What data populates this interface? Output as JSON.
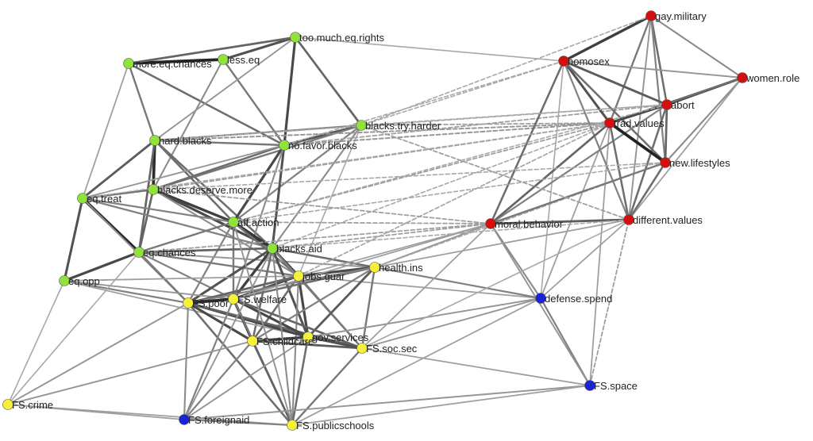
{
  "colors": {
    "green": "#8fe33a",
    "red": "#d40f0f",
    "yellow": "#f5f03a",
    "blue": "#1a23d6"
  },
  "nodes": [
    {
      "id": "more.eq.chances",
      "label": "more.eq.chances",
      "group": "green"
    },
    {
      "id": "less.eq",
      "label": "less.eq",
      "group": "green"
    },
    {
      "id": "too.much.eq.rights",
      "label": "too.much.eq.rights",
      "group": "green"
    },
    {
      "id": "blacks.try.harder",
      "label": "blacks.try.harder",
      "group": "green"
    },
    {
      "id": "hard.blacks",
      "label": "hard.blacks",
      "group": "green"
    },
    {
      "id": "no.favor.blacks",
      "label": "no.favor.blacks",
      "group": "green"
    },
    {
      "id": "blacks.deserve.more",
      "label": "blacks.deserve.more",
      "group": "green"
    },
    {
      "id": "eq.treat",
      "label": "eq.treat",
      "group": "green"
    },
    {
      "id": "aff.action",
      "label": "aff.action",
      "group": "green"
    },
    {
      "id": "eq.chances",
      "label": "eq.chances",
      "group": "green"
    },
    {
      "id": "blacks.aid",
      "label": "blacks.aid",
      "group": "green"
    },
    {
      "id": "eq.opp",
      "label": "eq.opp",
      "group": "green"
    },
    {
      "id": "gay.military",
      "label": "gay.military",
      "group": "red"
    },
    {
      "id": "homosex",
      "label": "homosex",
      "group": "red"
    },
    {
      "id": "women.role",
      "label": "women.role",
      "group": "red"
    },
    {
      "id": "abort",
      "label": "abort",
      "group": "red"
    },
    {
      "id": "trad.values",
      "label": "trad.values",
      "group": "red"
    },
    {
      "id": "new.lifestyles",
      "label": "new.lifestyles",
      "group": "red"
    },
    {
      "id": "moral.behavior",
      "label": "moral.behavior",
      "group": "red"
    },
    {
      "id": "different.values",
      "label": "different.values",
      "group": "red"
    },
    {
      "id": "health.ins",
      "label": "health.ins",
      "group": "yellow"
    },
    {
      "id": "jobs.guar",
      "label": "jobs.guar",
      "group": "yellow"
    },
    {
      "id": "FS.poor",
      "label": "FS.poor",
      "group": "yellow"
    },
    {
      "id": "FS.welfare",
      "label": "FS.welfare",
      "group": "yellow"
    },
    {
      "id": "FS.childcare",
      "label": "FS.childcare",
      "group": "yellow"
    },
    {
      "id": "gov.services",
      "label": "gov.services",
      "group": "yellow"
    },
    {
      "id": "FS.soc.sec",
      "label": "FS.soc.sec",
      "group": "yellow"
    },
    {
      "id": "FS.crime",
      "label": "FS.crime",
      "group": "yellow"
    },
    {
      "id": "FS.publicschools",
      "label": "FS.publicschools",
      "group": "yellow"
    },
    {
      "id": "defense.spend",
      "label": "defense.spend",
      "group": "blue"
    },
    {
      "id": "FS.space",
      "label": "FS.space",
      "group": "blue"
    },
    {
      "id": "FS.foreignaid",
      "label": "FS.foreignaid",
      "group": "blue"
    }
  ],
  "edges": [
    [
      "more.eq.chances",
      "less.eq",
      0.95,
      "solid"
    ],
    [
      "less.eq",
      "too.much.eq.rights",
      0.7,
      "solid"
    ],
    [
      "more.eq.chances",
      "too.much.eq.rights",
      0.6,
      "solid"
    ],
    [
      "more.eq.chances",
      "hard.blacks",
      0.5,
      "solid"
    ],
    [
      "more.eq.chances",
      "eq.treat",
      0.3,
      "solid"
    ],
    [
      "more.eq.chances",
      "no.favor.blacks",
      0.55,
      "solid"
    ],
    [
      "less.eq",
      "no.favor.blacks",
      0.5,
      "solid"
    ],
    [
      "less.eq",
      "blacks.deserve.more",
      0.4,
      "solid"
    ],
    [
      "too.much.eq.rights",
      "no.favor.blacks",
      0.75,
      "solid"
    ],
    [
      "too.much.eq.rights",
      "blacks.try.harder",
      0.6,
      "solid"
    ],
    [
      "too.much.eq.rights",
      "homosex",
      0.25,
      "solid"
    ],
    [
      "too.much.eq.rights",
      "hard.blacks",
      0.35,
      "solid"
    ],
    [
      "blacks.try.harder",
      "no.favor.blacks",
      0.7,
      "solid"
    ],
    [
      "blacks.try.harder",
      "hard.blacks",
      0.45,
      "solid"
    ],
    [
      "blacks.try.harder",
      "blacks.deserve.more",
      0.5,
      "solid"
    ],
    [
      "blacks.try.harder",
      "aff.action",
      0.45,
      "solid"
    ],
    [
      "blacks.try.harder",
      "blacks.aid",
      0.4,
      "solid"
    ],
    [
      "blacks.try.harder",
      "trad.values",
      0.3,
      "dashed"
    ],
    [
      "blacks.try.harder",
      "abort",
      0.25,
      "dashed"
    ],
    [
      "blacks.try.harder",
      "jobs.guar",
      0.25,
      "solid"
    ],
    [
      "hard.blacks",
      "blacks.deserve.more",
      0.9,
      "solid"
    ],
    [
      "hard.blacks",
      "eq.treat",
      0.65,
      "solid"
    ],
    [
      "hard.blacks",
      "no.favor.blacks",
      0.5,
      "solid"
    ],
    [
      "hard.blacks",
      "eq.chances",
      0.6,
      "solid"
    ],
    [
      "hard.blacks",
      "aff.action",
      0.55,
      "solid"
    ],
    [
      "hard.blacks",
      "blacks.aid",
      0.55,
      "solid"
    ],
    [
      "hard.blacks",
      "trad.values",
      0.35,
      "dashed"
    ],
    [
      "no.favor.blacks",
      "blacks.deserve.more",
      0.55,
      "solid"
    ],
    [
      "no.favor.blacks",
      "aff.action",
      0.75,
      "solid"
    ],
    [
      "no.favor.blacks",
      "blacks.aid",
      0.7,
      "solid"
    ],
    [
      "no.favor.blacks",
      "eq.treat",
      0.35,
      "solid"
    ],
    [
      "no.favor.blacks",
      "trad.values",
      0.35,
      "dashed"
    ],
    [
      "no.favor.blacks",
      "abort",
      0.3,
      "dashed"
    ],
    [
      "no.favor.blacks",
      "FS.welfare",
      0.4,
      "solid"
    ],
    [
      "blacks.deserve.more",
      "eq.treat",
      0.55,
      "solid"
    ],
    [
      "blacks.deserve.more",
      "aff.action",
      0.8,
      "solid"
    ],
    [
      "blacks.deserve.more",
      "blacks.aid",
      0.75,
      "solid"
    ],
    [
      "blacks.deserve.more",
      "eq.chances",
      0.6,
      "solid"
    ],
    [
      "blacks.deserve.more",
      "jobs.guar",
      0.4,
      "solid"
    ],
    [
      "blacks.deserve.more",
      "trad.values",
      0.3,
      "dashed"
    ],
    [
      "eq.treat",
      "eq.chances",
      0.95,
      "solid"
    ],
    [
      "eq.treat",
      "eq.opp",
      0.7,
      "solid"
    ],
    [
      "eq.treat",
      "aff.action",
      0.45,
      "solid"
    ],
    [
      "eq.treat",
      "FS.poor",
      0.4,
      "solid"
    ],
    [
      "eq.treat",
      "blacks.aid",
      0.45,
      "solid"
    ],
    [
      "aff.action",
      "blacks.aid",
      0.85,
      "solid"
    ],
    [
      "aff.action",
      "jobs.guar",
      0.55,
      "solid"
    ],
    [
      "aff.action",
      "FS.welfare",
      0.5,
      "solid"
    ],
    [
      "aff.action",
      "FS.poor",
      0.45,
      "solid"
    ],
    [
      "aff.action",
      "eq.chances",
      0.5,
      "solid"
    ],
    [
      "aff.action",
      "trad.values",
      0.3,
      "dashed"
    ],
    [
      "aff.action",
      "moral.behavior",
      0.3,
      "dashed"
    ],
    [
      "eq.chances",
      "eq.opp",
      0.75,
      "solid"
    ],
    [
      "eq.chances",
      "blacks.aid",
      0.6,
      "solid"
    ],
    [
      "eq.chances",
      "FS.poor",
      0.5,
      "solid"
    ],
    [
      "eq.chances",
      "FS.welfare",
      0.45,
      "solid"
    ],
    [
      "eq.chances",
      "jobs.guar",
      0.5,
      "solid"
    ],
    [
      "eq.chances",
      "health.ins",
      0.35,
      "solid"
    ],
    [
      "blacks.aid",
      "jobs.guar",
      0.8,
      "solid"
    ],
    [
      "blacks.aid",
      "health.ins",
      0.55,
      "solid"
    ],
    [
      "blacks.aid",
      "FS.welfare",
      0.8,
      "solid"
    ],
    [
      "blacks.aid",
      "FS.poor",
      0.7,
      "solid"
    ],
    [
      "blacks.aid",
      "gov.services",
      0.7,
      "solid"
    ],
    [
      "blacks.aid",
      "FS.childcare",
      0.55,
      "solid"
    ],
    [
      "blacks.aid",
      "FS.soc.sec",
      0.45,
      "solid"
    ],
    [
      "blacks.aid",
      "moral.behavior",
      0.3,
      "dashed"
    ],
    [
      "blacks.aid",
      "trad.values",
      0.25,
      "dashed"
    ],
    [
      "eq.opp",
      "FS.poor",
      0.45,
      "solid"
    ],
    [
      "eq.opp",
      "FS.welfare",
      0.35,
      "solid"
    ],
    [
      "eq.opp",
      "jobs.guar",
      0.3,
      "solid"
    ],
    [
      "eq.opp",
      "FS.crime",
      0.25,
      "solid"
    ],
    [
      "eq.opp",
      "gov.services",
      0.3,
      "solid"
    ],
    [
      "jobs.guar",
      "health.ins",
      0.75,
      "solid"
    ],
    [
      "jobs.guar",
      "FS.welfare",
      0.7,
      "solid"
    ],
    [
      "jobs.guar",
      "FS.poor",
      0.6,
      "solid"
    ],
    [
      "jobs.guar",
      "gov.services",
      0.75,
      "solid"
    ],
    [
      "jobs.guar",
      "FS.childcare",
      0.55,
      "solid"
    ],
    [
      "jobs.guar",
      "FS.soc.sec",
      0.5,
      "solid"
    ],
    [
      "jobs.guar",
      "FS.publicschools",
      0.4,
      "solid"
    ],
    [
      "jobs.guar",
      "defense.spend",
      0.3,
      "solid"
    ],
    [
      "jobs.guar",
      "moral.behavior",
      0.3,
      "solid"
    ],
    [
      "jobs.guar",
      "trad.values",
      0.25,
      "dashed"
    ],
    [
      "health.ins",
      "FS.welfare",
      0.55,
      "solid"
    ],
    [
      "health.ins",
      "gov.services",
      0.65,
      "solid"
    ],
    [
      "health.ins",
      "FS.soc.sec",
      0.5,
      "solid"
    ],
    [
      "health.ins",
      "FS.poor",
      0.45,
      "solid"
    ],
    [
      "health.ins",
      "FS.childcare",
      0.45,
      "solid"
    ],
    [
      "health.ins",
      "defense.spend",
      0.45,
      "solid"
    ],
    [
      "health.ins",
      "moral.behavior",
      0.35,
      "solid"
    ],
    [
      "health.ins",
      "new.lifestyles",
      0.25,
      "dashed"
    ],
    [
      "FS.poor",
      "FS.welfare",
      0.9,
      "solid"
    ],
    [
      "FS.poor",
      "FS.childcare",
      0.75,
      "solid"
    ],
    [
      "FS.poor",
      "gov.services",
      0.75,
      "solid"
    ],
    [
      "FS.poor",
      "FS.soc.sec",
      0.6,
      "solid"
    ],
    [
      "FS.poor",
      "FS.publicschools",
      0.55,
      "solid"
    ],
    [
      "FS.poor",
      "FS.foreignaid",
      0.4,
      "solid"
    ],
    [
      "FS.poor",
      "FS.crime",
      0.35,
      "solid"
    ],
    [
      "FS.welfare",
      "FS.childcare",
      0.8,
      "solid"
    ],
    [
      "FS.welfare",
      "gov.services",
      0.75,
      "solid"
    ],
    [
      "FS.welfare",
      "FS.soc.sec",
      0.6,
      "solid"
    ],
    [
      "FS.welfare",
      "FS.publicschools",
      0.5,
      "solid"
    ],
    [
      "FS.welfare",
      "FS.foreignaid",
      0.45,
      "solid"
    ],
    [
      "FS.childcare",
      "gov.services",
      0.8,
      "solid"
    ],
    [
      "FS.childcare",
      "FS.soc.sec",
      0.65,
      "solid"
    ],
    [
      "FS.childcare",
      "FS.publicschools",
      0.6,
      "solid"
    ],
    [
      "FS.childcare",
      "FS.foreignaid",
      0.45,
      "solid"
    ],
    [
      "FS.childcare",
      "FS.crime",
      0.35,
      "solid"
    ],
    [
      "gov.services",
      "FS.soc.sec",
      0.7,
      "solid"
    ],
    [
      "gov.services",
      "FS.publicschools",
      0.55,
      "solid"
    ],
    [
      "gov.services",
      "defense.spend",
      0.35,
      "solid"
    ],
    [
      "gov.services",
      "FS.foreignaid",
      0.35,
      "solid"
    ],
    [
      "FS.soc.sec",
      "FS.publicschools",
      0.5,
      "solid"
    ],
    [
      "FS.soc.sec",
      "FS.space",
      0.3,
      "solid"
    ],
    [
      "FS.soc.sec",
      "defense.spend",
      0.35,
      "solid"
    ],
    [
      "FS.soc.sec",
      "moral.behavior",
      0.3,
      "solid"
    ],
    [
      "FS.crime",
      "FS.foreignaid",
      0.3,
      "solid"
    ],
    [
      "FS.crime",
      "FS.publicschools",
      0.3,
      "solid"
    ],
    [
      "FS.crime",
      "eq.chances",
      0.25,
      "solid"
    ],
    [
      "FS.foreignaid",
      "FS.publicschools",
      0.45,
      "solid"
    ],
    [
      "FS.foreignaid",
      "FS.space",
      0.35,
      "solid"
    ],
    [
      "FS.foreignaid",
      "blacks.aid",
      0.35,
      "solid"
    ],
    [
      "FS.publicschools",
      "FS.space",
      0.3,
      "solid"
    ],
    [
      "FS.publicschools",
      "blacks.aid",
      0.4,
      "solid"
    ],
    [
      "FS.publicschools",
      "aff.action",
      0.35,
      "solid"
    ],
    [
      "FS.publicschools",
      "defense.spend",
      0.3,
      "solid"
    ],
    [
      "FS.space",
      "defense.spend",
      0.45,
      "solid"
    ],
    [
      "FS.space",
      "moral.behavior",
      0.35,
      "solid"
    ],
    [
      "FS.space",
      "different.values",
      0.3,
      "dashed"
    ],
    [
      "FS.space",
      "trad.values",
      0.3,
      "solid"
    ],
    [
      "defense.spend",
      "moral.behavior",
      0.4,
      "solid"
    ],
    [
      "defense.spend",
      "trad.values",
      0.3,
      "solid"
    ],
    [
      "defense.spend",
      "different.values",
      0.3,
      "solid"
    ],
    [
      "defense.spend",
      "homosex",
      0.25,
      "solid"
    ],
    [
      "gay.military",
      "homosex",
      0.8,
      "solid"
    ],
    [
      "gay.military",
      "abort",
      0.55,
      "solid"
    ],
    [
      "gay.military",
      "trad.values",
      0.5,
      "solid"
    ],
    [
      "gay.military",
      "new.lifestyles",
      0.45,
      "solid"
    ],
    [
      "gay.military",
      "women.role",
      0.4,
      "solid"
    ],
    [
      "gay.military",
      "different.values",
      0.35,
      "solid"
    ],
    [
      "gay.military",
      "blacks.try.harder",
      0.25,
      "dashed"
    ],
    [
      "homosex",
      "abort",
      0.65,
      "solid"
    ],
    [
      "homosex",
      "trad.values",
      0.7,
      "solid"
    ],
    [
      "homosex",
      "new.lifestyles",
      0.55,
      "solid"
    ],
    [
      "homosex",
      "women.role",
      0.35,
      "solid"
    ],
    [
      "homosex",
      "moral.behavior",
      0.55,
      "solid"
    ],
    [
      "homosex",
      "different.values",
      0.45,
      "solid"
    ],
    [
      "homosex",
      "no.favor.blacks",
      0.25,
      "dashed"
    ],
    [
      "homosex",
      "blacks.try.harder",
      0.25,
      "dashed"
    ],
    [
      "women.role",
      "abort",
      0.75,
      "solid"
    ],
    [
      "women.role",
      "trad.values",
      0.55,
      "solid"
    ],
    [
      "women.role",
      "new.lifestyles",
      0.4,
      "solid"
    ],
    [
      "women.role",
      "different.values",
      0.3,
      "solid"
    ],
    [
      "abort",
      "trad.values",
      0.75,
      "solid"
    ],
    [
      "abort",
      "new.lifestyles",
      0.6,
      "solid"
    ],
    [
      "abort",
      "different.values",
      0.55,
      "solid"
    ],
    [
      "abort",
      "moral.behavior",
      0.45,
      "solid"
    ],
    [
      "abort",
      "hard.blacks",
      0.25,
      "dashed"
    ],
    [
      "abort",
      "aff.action",
      0.25,
      "dashed"
    ],
    [
      "trad.values",
      "new.lifestyles",
      0.95,
      "solid"
    ],
    [
      "trad.values",
      "different.values",
      0.55,
      "solid"
    ],
    [
      "trad.values",
      "moral.behavior",
      0.6,
      "solid"
    ],
    [
      "trad.values",
      "eq.treat",
      0.25,
      "dashed"
    ],
    [
      "trad.values",
      "jobs.guar",
      0.25,
      "dashed"
    ],
    [
      "new.lifestyles",
      "different.values",
      0.55,
      "solid"
    ],
    [
      "new.lifestyles",
      "moral.behavior",
      0.5,
      "solid"
    ],
    [
      "new.lifestyles",
      "blacks.deserve.more",
      0.25,
      "dashed"
    ],
    [
      "new.lifestyles",
      "aff.action",
      0.25,
      "dashed"
    ],
    [
      "moral.behavior",
      "different.values",
      0.65,
      "solid"
    ],
    [
      "moral.behavior",
      "blacks.deserve.more",
      0.3,
      "dashed"
    ],
    [
      "moral.behavior",
      "eq.chances",
      0.3,
      "dashed"
    ],
    [
      "moral.behavior",
      "FS.welfare",
      0.3,
      "solid"
    ],
    [
      "different.values",
      "blacks.try.harder",
      0.3,
      "dashed"
    ],
    [
      "different.values",
      "health.ins",
      0.3,
      "solid"
    ],
    [
      "different.values",
      "blacks.aid",
      0.25,
      "dashed"
    ],
    [
      "different.values",
      "FS.soc.sec",
      0.25,
      "solid"
    ]
  ]
}
